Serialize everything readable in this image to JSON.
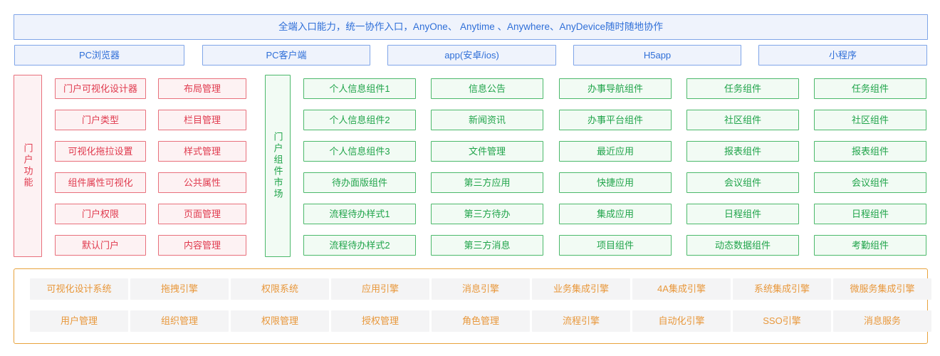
{
  "banner": {
    "text": "全端入口能力，统一协作入口，AnyOne、 Anytime 、Anywhere、AnyDevice随时随地协作"
  },
  "devices": [
    {
      "label": "PC浏览器"
    },
    {
      "label": "PC客户端"
    },
    {
      "label": "app(安卓/ios)"
    },
    {
      "label": "H5app"
    },
    {
      "label": "小程序"
    }
  ],
  "portal_function": {
    "label": "门户功能",
    "columns": [
      {
        "items": [
          "门户可视化设计器",
          "门户类型",
          "可视化拖拉设置",
          "组件属性可视化",
          "门户权限",
          "默认门户"
        ]
      },
      {
        "items": [
          "布局管理",
          "栏目管理",
          "样式管理",
          "公共属性",
          "页面管理",
          "内容管理"
        ]
      }
    ]
  },
  "portal_market": {
    "label": "门户组件市场",
    "columns": [
      {
        "items": [
          "个人信息组件1",
          "个人信息组件2",
          "个人信息组件3",
          "待办面版组件",
          "流程待办样式1",
          "流程待办样式2"
        ]
      },
      {
        "items": [
          "信息公告",
          "新闻资讯",
          "文件管理",
          "第三方应用",
          "第三方待办",
          "第三方消息"
        ]
      },
      {
        "items": [
          "办事导航组件",
          "办事平台组件",
          "最近应用",
          "快捷应用",
          "集成应用",
          "项目组件"
        ]
      },
      {
        "items": [
          "任务组件",
          "社区组件",
          "报表组件",
          "会议组件",
          "日程组件",
          "动态数据组件"
        ]
      },
      {
        "items": [
          "任务组件",
          "社区组件",
          "报表组件",
          "会议组件",
          "日程组件",
          "考勤组件"
        ]
      }
    ]
  },
  "platform": {
    "rows": [
      [
        "可视化设计系统",
        "拖拽引擎",
        "权限系统",
        "应用引擎",
        "消息引擎",
        "业务集成引擎",
        "4A集成引擎",
        "系统集成引擎",
        "微服务集成引擎"
      ],
      [
        "用户管理",
        "组织管理",
        "权限管理",
        "授权管理",
        "角色管理",
        "流程引擎",
        "自动化引擎",
        "SSO引擎",
        "消息服务"
      ]
    ]
  },
  "colors": {
    "blue_border": "#7fa5e8",
    "blue_text": "#2f6fd8",
    "blue_fill": "#eff3fc",
    "red_border": "#e8707c",
    "red_text": "#e03a4e",
    "red_fill": "#fdf2f3",
    "green_border": "#4cb96b",
    "green_text": "#20a44a",
    "green_fill": "#f2fbf4",
    "orange_border": "#e8a33d",
    "orange_text": "#e8973a",
    "orange_fill": "#f4f4f5"
  }
}
